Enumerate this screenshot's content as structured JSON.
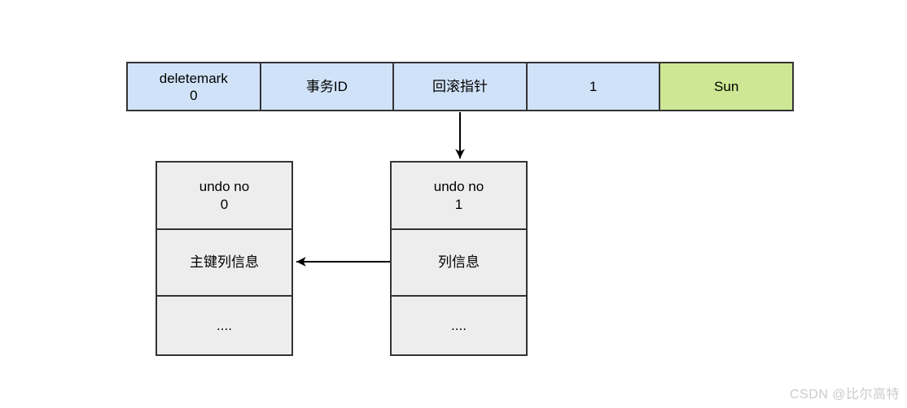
{
  "colors": {
    "cell_blue": "#d0e2f8",
    "cell_green": "#cde794",
    "cell_gray": "#ededed",
    "border": "#333333",
    "arrow": "#000000",
    "watermark": "#cbcbcb"
  },
  "record_row": {
    "cells": [
      {
        "line1": "deletemark",
        "line2": "0"
      },
      {
        "line1": "事务ID"
      },
      {
        "line1": "回滚指针"
      },
      {
        "line1": "1"
      },
      {
        "line1": "Sun"
      }
    ]
  },
  "undo_log_0": {
    "cells": [
      {
        "line1": "undo no",
        "line2": "0"
      },
      {
        "line1": "主键列信息"
      },
      {
        "line1": "...."
      }
    ]
  },
  "undo_log_1": {
    "cells": [
      {
        "line1": "undo no",
        "line2": "1"
      },
      {
        "line1": "列信息"
      },
      {
        "line1": "...."
      }
    ]
  },
  "watermark": {
    "text": "CSDN @比尔高特"
  }
}
